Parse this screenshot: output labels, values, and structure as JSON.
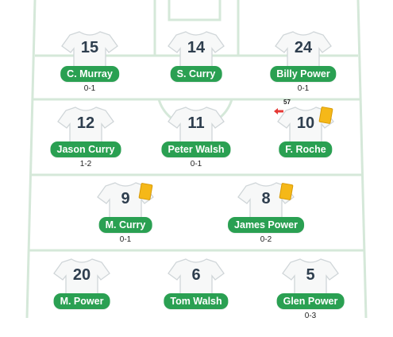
{
  "colors": {
    "pitch_lines": "#d5e8d9",
    "name_badge": "#2aa052",
    "yellow_card": "#f5b818",
    "sub_off": "#e53935"
  },
  "players": [
    {
      "number": "15",
      "name": "C. Murray",
      "rating": "0-1"
    },
    {
      "number": "14",
      "name": "S. Curry",
      "rating": ""
    },
    {
      "number": "24",
      "name": "Billy Power",
      "rating": "0-1"
    },
    {
      "number": "12",
      "name": "Jason Curry",
      "rating": "1-2"
    },
    {
      "number": "11",
      "name": "Peter Walsh",
      "rating": "0-1"
    },
    {
      "number": "10",
      "name": "F. Roche",
      "rating": "",
      "yellow_card": true,
      "sub_minute": "57"
    },
    {
      "number": "9",
      "name": "M. Curry",
      "rating": "0-1",
      "yellow_card": true
    },
    {
      "number": "8",
      "name": "James Power",
      "rating": "0-2",
      "yellow_card": true
    },
    {
      "number": "20",
      "name": "M. Power",
      "rating": ""
    },
    {
      "number": "6",
      "name": "Tom Walsh",
      "rating": ""
    },
    {
      "number": "5",
      "name": "Glen Power",
      "rating": "0-3"
    }
  ]
}
